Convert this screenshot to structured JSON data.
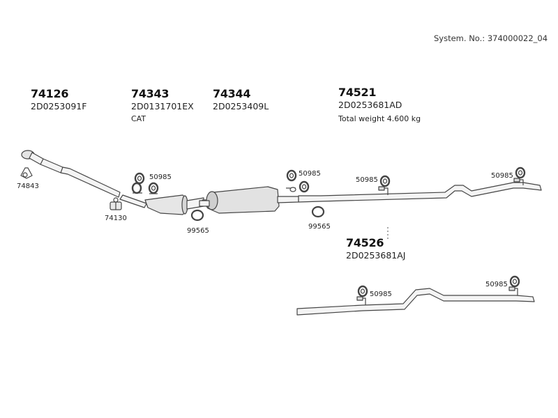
{
  "system_number": "System. No.: 374000022_04",
  "parts": {
    "p74126": {
      "part_no": "74126",
      "oe_no": "2D0253091F"
    },
    "p74343": {
      "part_no": "74343",
      "oe_no": "2D0131701EX",
      "note": "CAT"
    },
    "p74344": {
      "part_no": "74344",
      "oe_no": "2D0253409L"
    },
    "p74521": {
      "part_no": "74521",
      "oe_no": "2D0253681AD",
      "note": "Total weight 4.600 kg"
    },
    "p74526": {
      "part_no": "74526",
      "oe_no": "2D0253681AJ"
    }
  },
  "small_parts": {
    "gasket": "74843",
    "clamp": "74130",
    "ring_left": "99565",
    "ring_right": "99565",
    "hanger_a": "50985",
    "hanger_b": "50985",
    "hanger_c": "50985",
    "hanger_d": "50985",
    "hanger_e": "50985",
    "hanger_f": "50985"
  },
  "colors": {
    "line": "#444444",
    "fill": "#f2f2f2",
    "shade": "#cfcfcf"
  }
}
